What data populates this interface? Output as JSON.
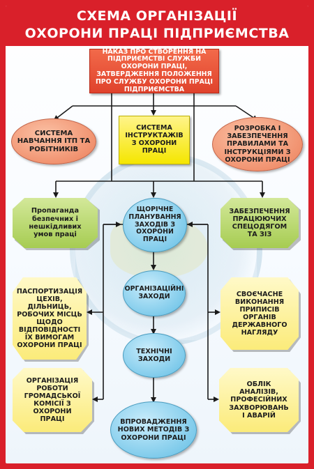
{
  "title": {
    "line1": "СХЕМА ОРГАНІЗАЦІЇ",
    "line2": "ОХОРОНИ ПРАЦІ ПІДПРИЄМСТВА"
  },
  "nodes": {
    "order": "НАКАЗ ПРО СТВОРЕННЯ НА ПІДПРИЄМСТВІ СЛУЖБИ ОХОРОНИ ПРАЦІ, ЗАТВЕРДЖЕННЯ ПОЛОЖЕННЯ ПРО СЛУЖБУ ОХОРОНИ ПРАЦІ ПІДПРИЄМСТВА",
    "training": "СИСТЕМА НАВЧАННЯ ІТП ТА РОБІТНИКІВ",
    "briefings": "СИСТЕМА ІНСТРУКТАЖІВ З ОХОРОНИ ПРАЦІ",
    "rules": "РОЗРОБКА І ЗАБЕЗПЕЧЕННЯ ПРАВИЛАМИ ТА ІНСТРУКЦІЯМИ З ОХОРОНИ ПРАЦІ",
    "propaganda": "Пропаганда безпечних і нешкідливих умов праці",
    "planning": "ЩОРІЧНЕ ПЛАНУВАННЯ ЗАХОДІВ З ОХОРОНИ ПРАЦІ",
    "clothing": "ЗАБЕЗПЕЧЕННЯ ПРАЦЮЮЧИХ СПЕЦОДЯГОМ ТА ЗІЗ",
    "passport": "ПАСПОРТИЗАЦІЯ ЦЕХІВ, ДІЛЬНИЦЬ, РОБОЧИХ МІСЦЬ ЩОДО ВІДПОВІДНОСТІ ЇХ ВИМОГАМ ОХОРОНИ ПРАЦІ",
    "org_measures": "ОРГАНІЗАЦІЙНІ ЗАХОДИ",
    "compliance": "СВОЄЧАСНЕ ВИКОНАННЯ ПРИПИСІВ ОРГАНІВ ДЕРЖАВНОГО НАГЛЯДУ",
    "tech_measures": "ТЕХНІЧНІ ЗАХОДИ",
    "commission": "ОРГАНІЗАЦІЯ РОБОТИ ГРОМАДСЬКОЇ КОМІСІЇ З ОХОРОНИ ПРАЦІ",
    "analysis": "ОБЛІК АНАЛІЗІВ, ПРОФЕСІЙНИХ ЗАХВОРЮВАНЬ І АВАРІЙ",
    "new_methods": "ВПРОВАДЖЕННЯ НОВИХ МЕТОДІВ З ОХОРОНИ ПРАЦІ"
  },
  "colors": {
    "frame": "#d9202a",
    "order_box": "#e0422c",
    "briefings_box": "#f5e600",
    "salmon_oval": "#f08f6c",
    "blue_oval": "#7bc9ea",
    "green_octagon": "#a6cc52",
    "yellow_octagon": "#fbeb7a",
    "connector": "#1a1a1a"
  }
}
